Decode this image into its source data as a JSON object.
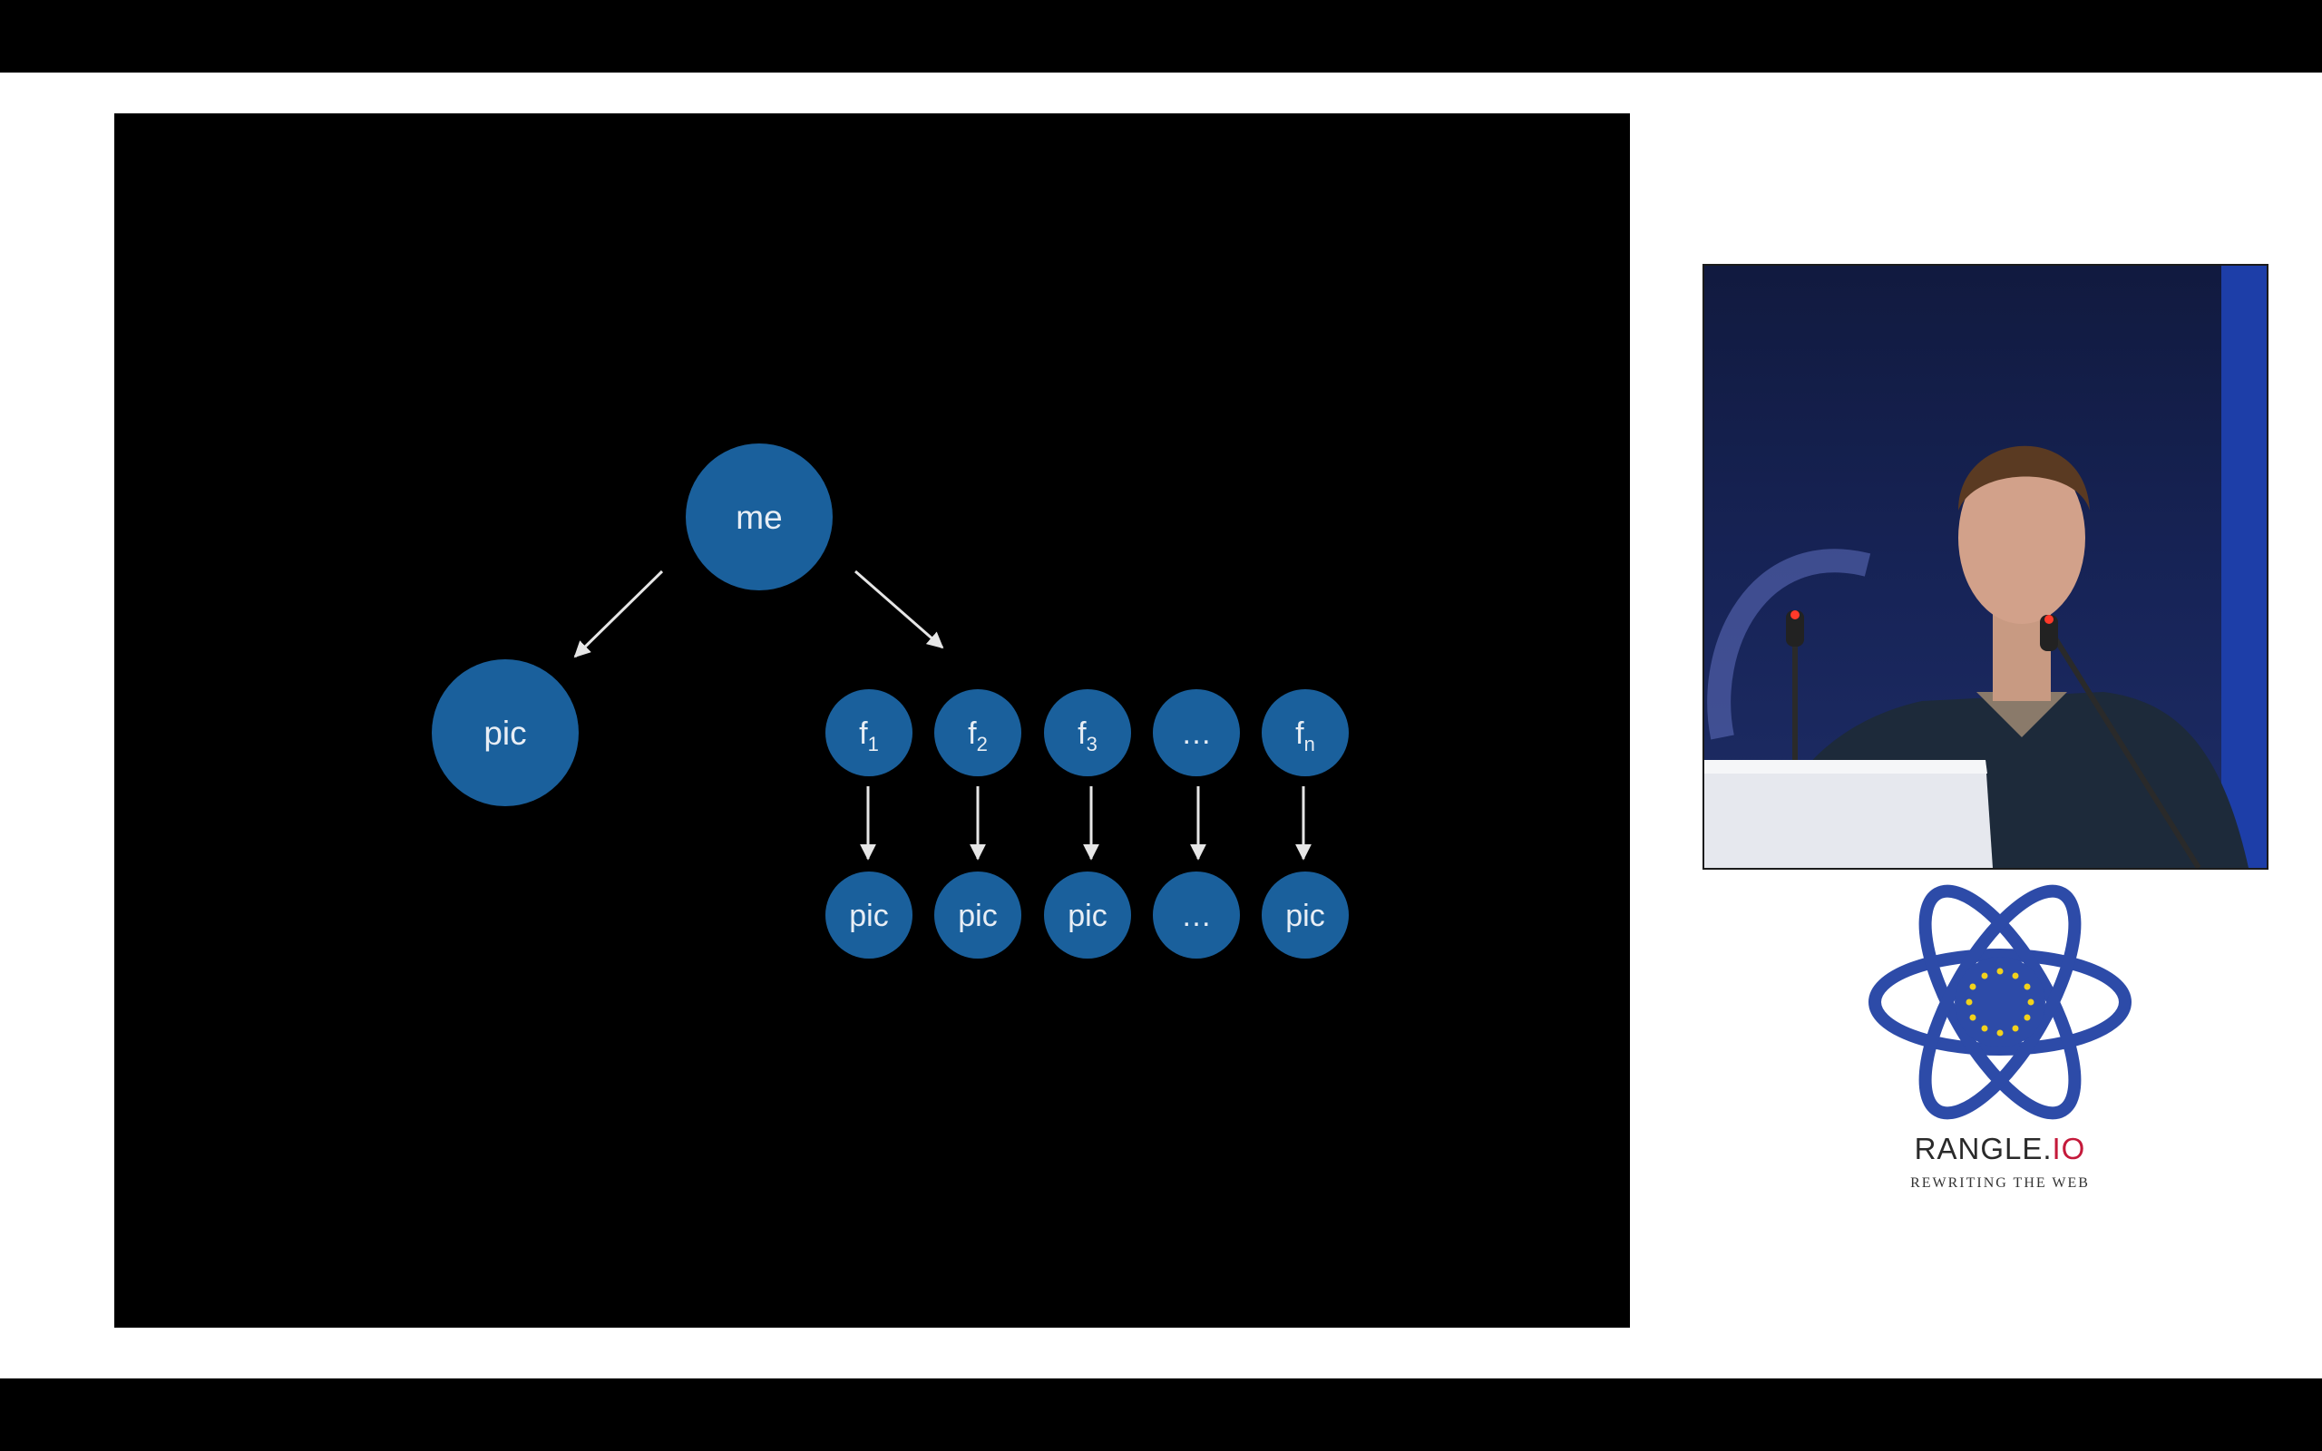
{
  "slide": {
    "root": {
      "label": "me"
    },
    "left_child": {
      "label": "pic"
    },
    "friends": [
      {
        "base": "f",
        "sub": "1"
      },
      {
        "base": "f",
        "sub": "2"
      },
      {
        "base": "f",
        "sub": "3"
      },
      {
        "base": "…",
        "sub": ""
      },
      {
        "base": "f",
        "sub": "n"
      }
    ],
    "friend_pics": [
      "pic",
      "pic",
      "pic",
      "…",
      "pic"
    ],
    "colors": {
      "node": "#1a609c",
      "arrow": "#e6e6e6",
      "background": "#000000"
    }
  },
  "sponsor": {
    "brand_main": "RANGLE.",
    "brand_accent": "IO",
    "tagline": "REWRITING THE WEB",
    "colors": {
      "logo": "#2d4ba8",
      "accent": "#c4193a",
      "stars": "#f2d21b"
    }
  },
  "video": {
    "icons": [
      "microphone-icon",
      "laptop-icon"
    ]
  }
}
